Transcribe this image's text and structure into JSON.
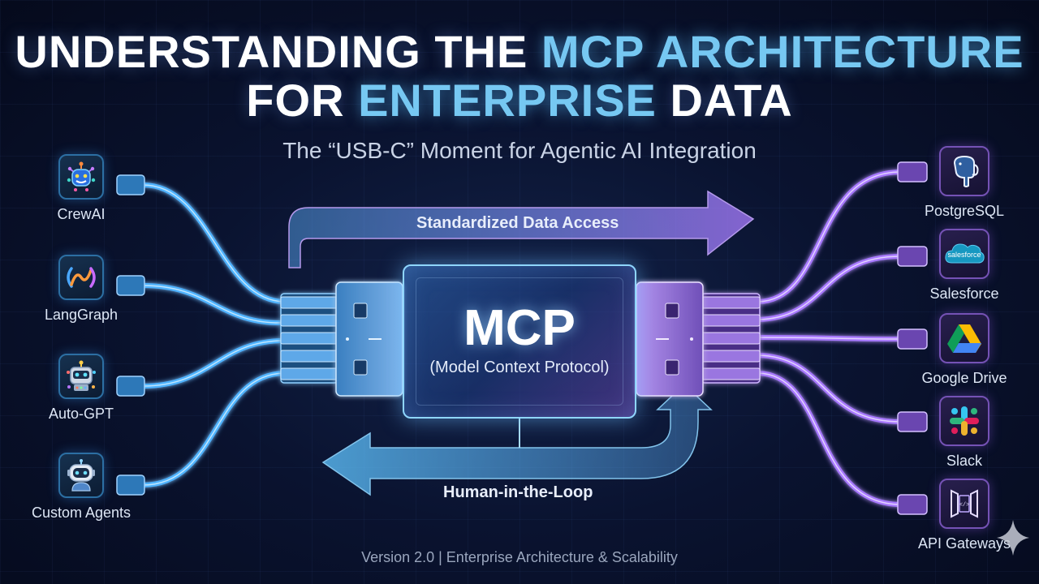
{
  "title": {
    "line1_part1": "UNDERSTANDING THE ",
    "line1_highlight": "MCP ARCHITECTURE",
    "line2_part1": "FOR ",
    "line2_highlight": "ENTERPRISE",
    "line2_part2": " DATA"
  },
  "subtitle": "The “USB-C” Moment for Agentic AI Integration",
  "agents": [
    {
      "label": "CrewAI",
      "icon": "crewai-icon"
    },
    {
      "label": "LangGraph",
      "icon": "langgraph-icon"
    },
    {
      "label": "Auto-GPT",
      "icon": "autogpt-robot-icon"
    },
    {
      "label": "Custom Agents",
      "icon": "custom-agent-robot-icon"
    }
  ],
  "sources": [
    {
      "label": "PostgreSQL",
      "icon": "postgresql-elephant-icon"
    },
    {
      "label": "Salesforce",
      "icon": "salesforce-cloud-icon",
      "logo_text": "salesforce"
    },
    {
      "label": "Google Drive",
      "icon": "google-drive-icon"
    },
    {
      "label": "Slack",
      "icon": "slack-icon"
    },
    {
      "label": "API Gateways",
      "icon": "api-gateway-icon",
      "logo_text": "</>"
    }
  ],
  "core": {
    "title": "MCP",
    "subtitle": "(Model Context Protocol)"
  },
  "flows": {
    "top": "Standardized Data Access",
    "bottom": "Human-in-the-Loop"
  },
  "footer": "Version 2.0 | Enterprise Architecture & Scalability",
  "colors": {
    "background": "#0a1330",
    "accent_blue": "#76c8f2",
    "agent_wire": "#4fb3ff",
    "source_wire": "#a879ff",
    "text_muted": "#9aa6bd"
  }
}
